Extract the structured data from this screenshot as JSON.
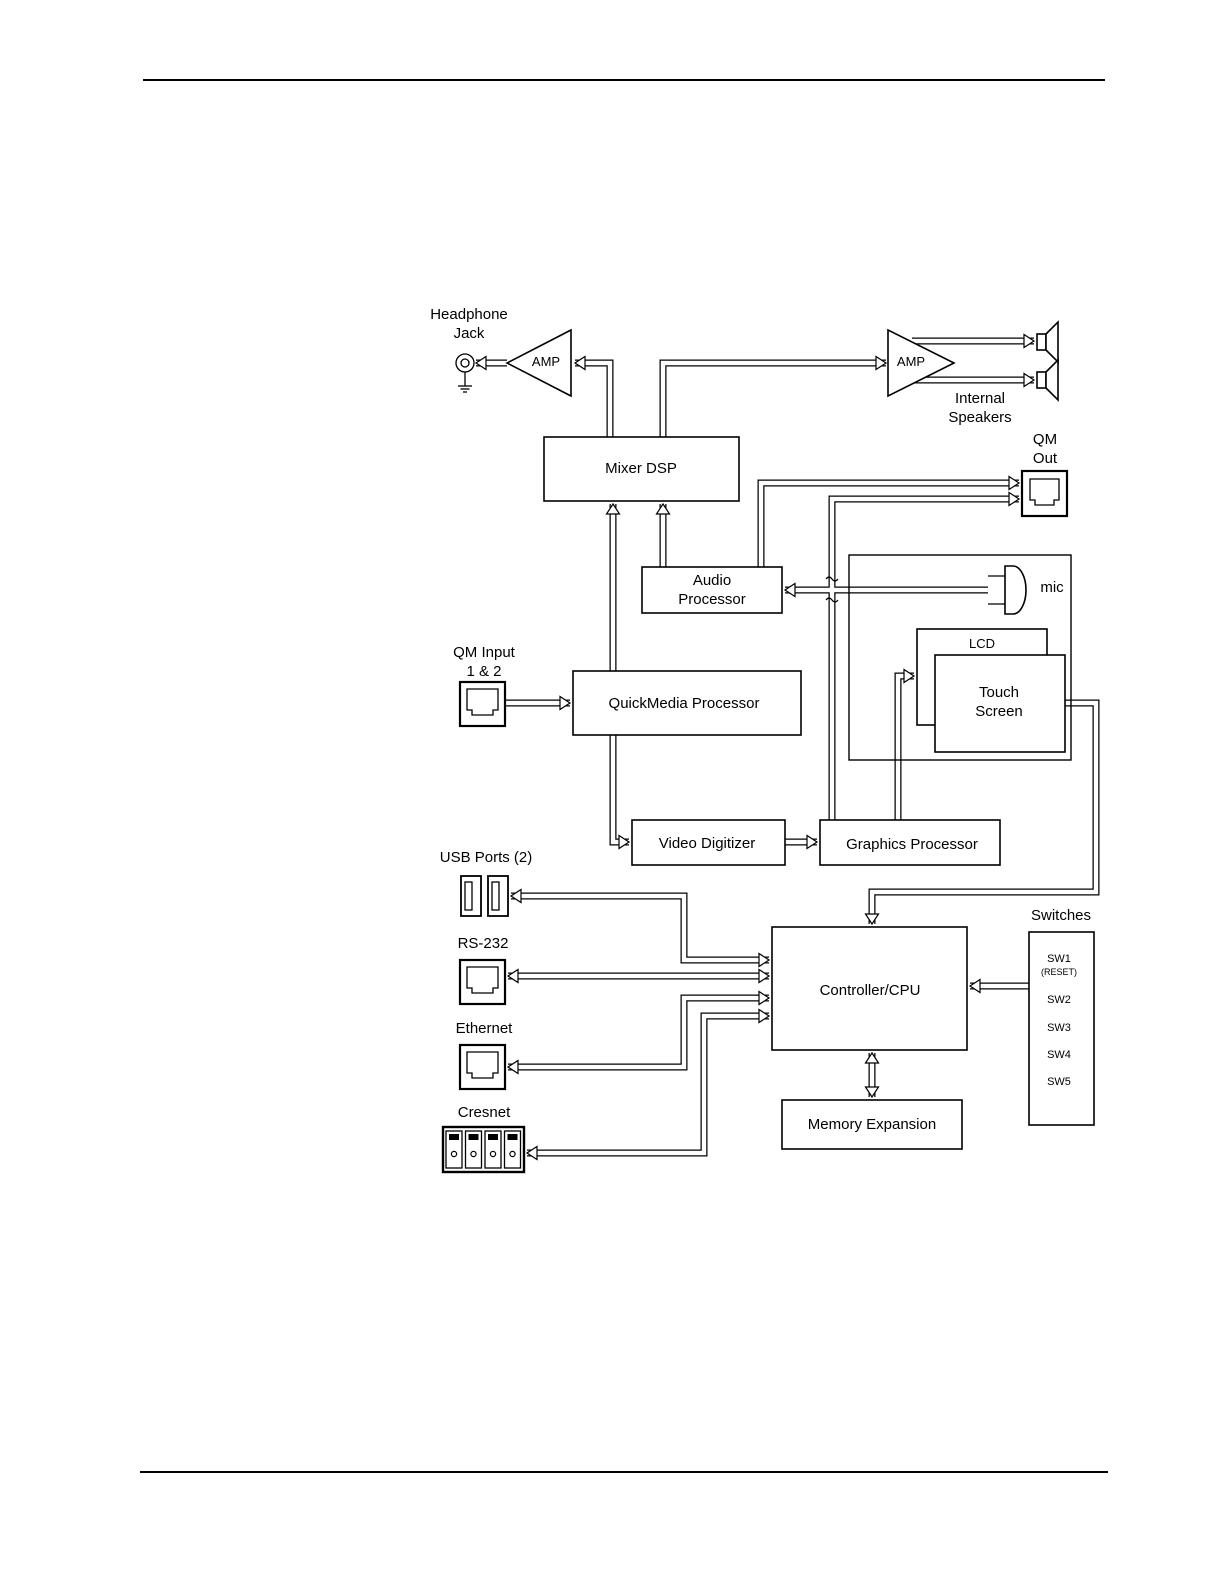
{
  "diagram": {
    "headphone_jack": [
      "Headphone",
      "Jack"
    ],
    "amp_left": "AMP",
    "amp_right": "AMP",
    "internal_speakers": [
      "Internal",
      "Speakers"
    ],
    "mixer_dsp": "Mixer DSP",
    "qm_out": [
      "QM",
      "Out"
    ],
    "audio_processor": [
      "Audio",
      "Processor"
    ],
    "mic": "mic",
    "lcd": "LCD",
    "touch_screen": [
      "Touch",
      "Screen"
    ],
    "qm_input": [
      "QM Input",
      "1 & 2"
    ],
    "quickmedia_processor": "QuickMedia Processor",
    "video_digitizer": "Video Digitizer",
    "graphics_processor": "Graphics Processor",
    "usb_ports": "USB Ports (2)",
    "rs232": "RS-232",
    "ethernet": "Ethernet",
    "cresnet": "Cresnet",
    "controller_cpu": "Controller/CPU",
    "memory_expansion": "Memory Expansion",
    "switches_title": "Switches",
    "switches": [
      "SW1",
      "(RESET)",
      "SW2",
      "SW3",
      "SW4",
      "SW5"
    ]
  }
}
